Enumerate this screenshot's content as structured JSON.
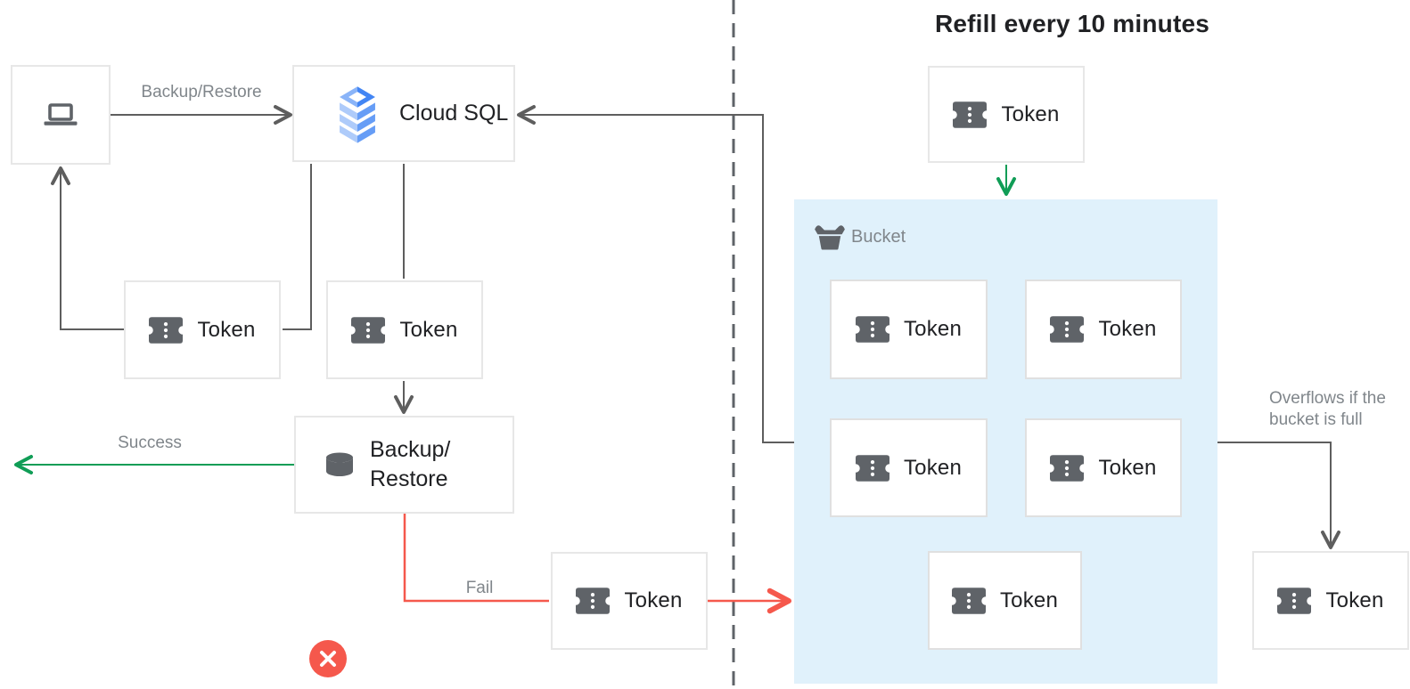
{
  "diagram": {
    "title": "Refill every 10 minutes",
    "nodes": {
      "client": {
        "icon": "laptop-icon"
      },
      "cloud_sql": {
        "label": "Cloud SQL",
        "icon": "cloud-sql-icon"
      },
      "token": {
        "label": "Token",
        "icon": "token-icon"
      },
      "backup_restore": {
        "line1": "Backup/",
        "line2": "Restore",
        "icon": "database-icon"
      },
      "bucket": {
        "label": "Bucket",
        "icon": "bucket-icon"
      },
      "overflow_token": {
        "label": "Token"
      }
    },
    "edges": {
      "request_label": "Backup/Restore",
      "success_label": "Success",
      "fail_label": "Fail",
      "overflow_line1": "Overflows if the",
      "overflow_line2": "bucket is full"
    },
    "badges": {
      "rejected": "x-badge"
    },
    "colors": {
      "line_gray": "#5E5E5E",
      "dashed_gray": "#5F6368",
      "green": "#109D56",
      "red": "#F5584C",
      "bucket_bg": "#E0F1FB",
      "icon_gray": "#5F6368",
      "label_gray": "#80868B",
      "text_dark": "#202124",
      "box_border": "#E7E7E7",
      "cloud_sql_blue_dark": "#4285F4",
      "cloud_sql_blue_light": "#AECBFA",
      "cloud_sql_blue_mid": "#669DF6"
    }
  }
}
